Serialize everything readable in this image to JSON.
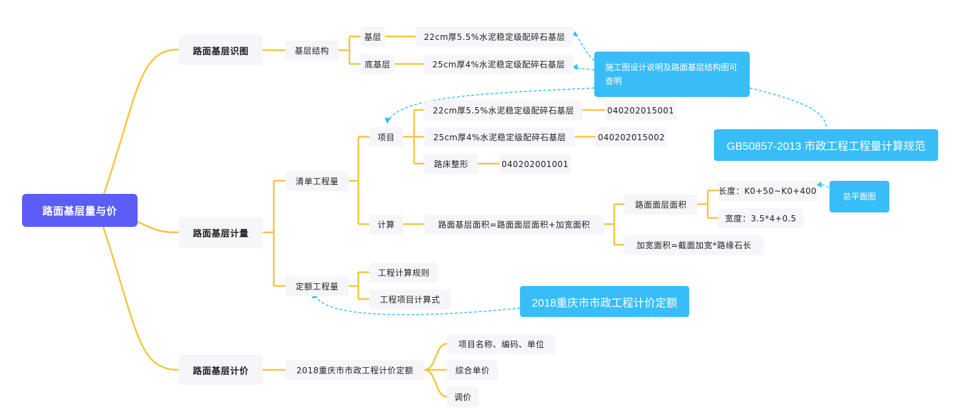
{
  "root": "路面基层量与价",
  "branches": {
    "identify": "路面基层识图",
    "quantity": "路面基层计量",
    "pricing": "路面基层计价"
  },
  "identify": {
    "structure": "基层结构",
    "base": "基层",
    "base_desc": "22cm厚5.5%水泥稳定级配碎石基层",
    "subbase": "底基层",
    "subbase_desc": "25cm厚4%水泥稳定级配碎石基层"
  },
  "quantity": {
    "bill": "清单工程量",
    "item": "项目",
    "items": [
      {
        "name": "22cm厚5.5%水泥稳定级配碎石基层",
        "code": "040202015001"
      },
      {
        "name": "25cm厚4%水泥稳定级配碎石基层",
        "code": "040202015002"
      },
      {
        "name": "路床整形",
        "code": "040202001001"
      }
    ],
    "calc": "计算",
    "formula": "路面基层面积=路面面层面积+加宽面积",
    "surface_area": "路面面层面积",
    "length": "长度：K0+50~K0+400",
    "width": "宽度：3.5*4+0.5",
    "widen": "加宽面积=截面加宽*路缘石长",
    "quota": "定额工程量",
    "rule": "工程计算规则",
    "formula_item": "工程项目计算式"
  },
  "pricing": {
    "quota": "2018重庆市市政工程计价定额",
    "children": [
      "项目名称、编码、单位",
      "综合单价",
      "调价"
    ]
  },
  "notes": {
    "drawing": "施工图设计说明及路面基层结构图可查明",
    "gb": "GB50857-2013 市政工程工程量计算规范",
    "plan": "总平面图",
    "cq": "2018重庆市市政工程计价定额"
  },
  "colors": {
    "branch": "#f5c542",
    "root": "#5b5ef5",
    "note": "#38bdf8"
  }
}
